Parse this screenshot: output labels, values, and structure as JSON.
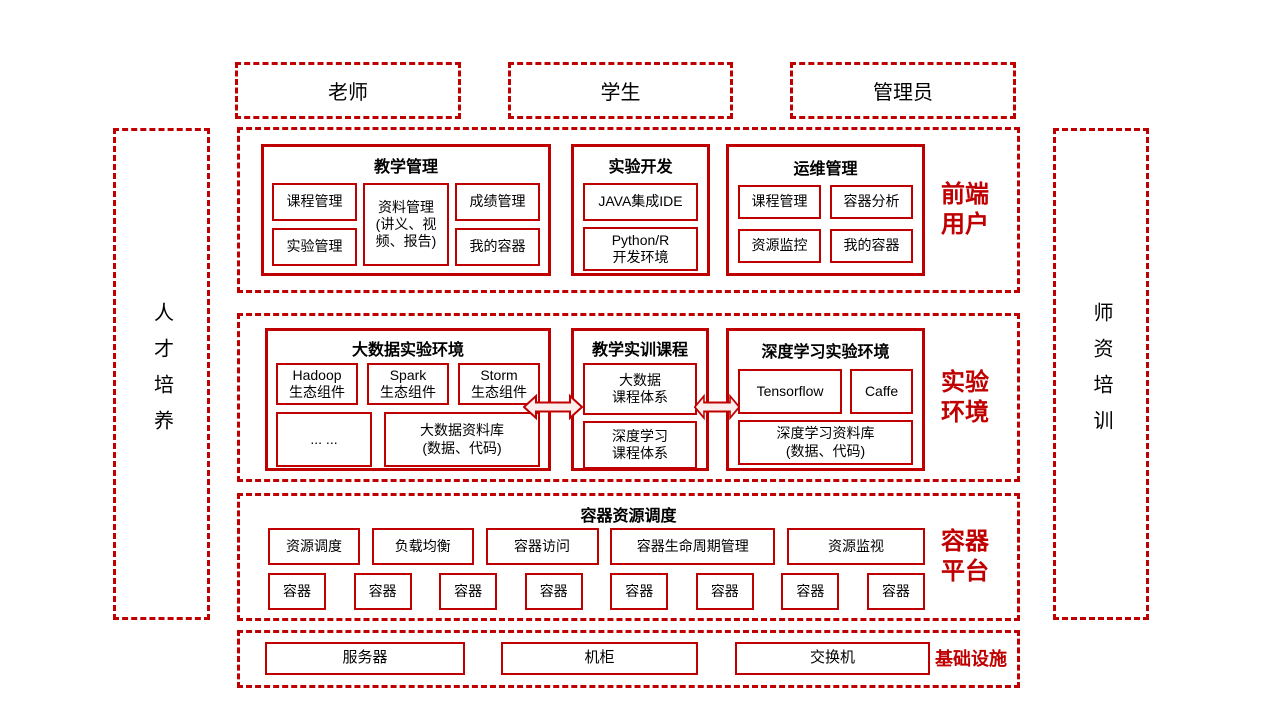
{
  "colors": {
    "accent": "#c00000",
    "text": "#000000",
    "background": "#ffffff"
  },
  "actors": {
    "teacher": "老师",
    "student": "学生",
    "admin": "管理员"
  },
  "pillars": {
    "left": "人才培养",
    "right": "师资培训"
  },
  "frontend": {
    "label": "前端\n用户",
    "teaching": {
      "title": "教学管理",
      "course": "课程管理",
      "material": "资料管理\n(讲义、视频、报告)",
      "grade": "成绩管理",
      "experiment": "实验管理",
      "my_container": "我的容器"
    },
    "dev": {
      "title": "实验开发",
      "java": "JAVA集成IDE",
      "python": "Python/R\n开发环境"
    },
    "ops": {
      "title": "运维管理",
      "course": "课程管理",
      "analysis": "容器分析",
      "monitor": "资源监控",
      "my_container": "我的容器"
    }
  },
  "lab": {
    "label": "实验\n环境",
    "bigdata": {
      "title": "大数据实验环境",
      "hadoop": "Hadoop\n生态组件",
      "spark": "Spark\n生态组件",
      "storm": "Storm\n生态组件",
      "more": "... ...",
      "repo": "大数据资料库\n(数据、代码)"
    },
    "courses": {
      "title": "教学实训课程",
      "bigdata_course": "大数据\n课程体系",
      "dl_course": "深度学习\n课程体系"
    },
    "deeplearning": {
      "title": "深度学习实验环境",
      "tensorflow": "Tensorflow",
      "caffe": "Caffe",
      "repo": "深度学习资料库\n(数据、代码)"
    }
  },
  "platform": {
    "label": "容器\n平台",
    "title": "容器资源调度",
    "functions": [
      "资源调度",
      "负载均衡",
      "容器访问",
      "容器生命周期管理",
      "资源监视"
    ],
    "containers": [
      "容器",
      "容器",
      "容器",
      "容器",
      "容器",
      "容器",
      "容器",
      "容器"
    ]
  },
  "infra": {
    "label": "基础设施",
    "items": [
      "服务器",
      "机柜",
      "交换机"
    ]
  }
}
